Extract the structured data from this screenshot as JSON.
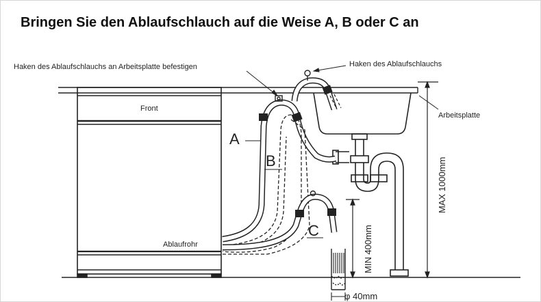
{
  "title": "Bringen Sie den Ablaufschlauch auf die Weise A, B oder C an",
  "labels": {
    "hook_counter": "Haken des Ablaufschlauchs an Arbeitsplatte befestigen",
    "hook": "Haken des Ablaufschlauchs",
    "countertop": "Arbeitsplatte",
    "front": "Front",
    "drain_pipe": "Ablaufrohr",
    "option_a": "A",
    "option_b": "B",
    "option_c": "C",
    "max_height": "MAX 1000mm",
    "min_height": "MIN 400mm",
    "diameter": "φ 40mm"
  }
}
